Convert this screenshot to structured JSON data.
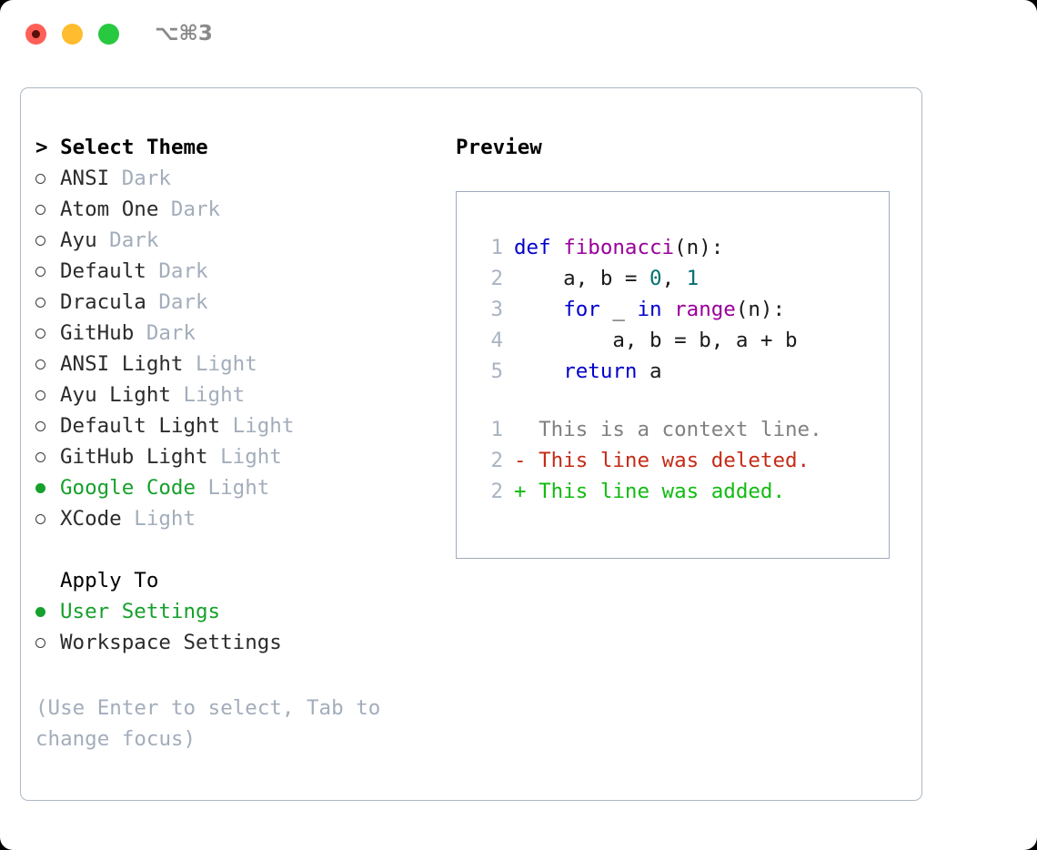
{
  "window": {
    "shortcut_label": "⌥⌘3",
    "traffic_lights": [
      {
        "name": "close",
        "color": "#ff5f57"
      },
      {
        "name": "minimize",
        "color": "#febc2e"
      },
      {
        "name": "maximize",
        "color": "#28c840"
      }
    ]
  },
  "theme_section": {
    "header": "> Select Theme",
    "focused": true,
    "items": [
      {
        "name": "ANSI",
        "variant": "Dark",
        "selected": false
      },
      {
        "name": "Atom One",
        "variant": "Dark",
        "selected": false
      },
      {
        "name": "Ayu",
        "variant": "Dark",
        "selected": false
      },
      {
        "name": "Default",
        "variant": "Dark",
        "selected": false
      },
      {
        "name": "Dracula",
        "variant": "Dark",
        "selected": false
      },
      {
        "name": "GitHub",
        "variant": "Dark",
        "selected": false
      },
      {
        "name": "ANSI Light",
        "variant": "Light",
        "selected": false
      },
      {
        "name": "Ayu Light",
        "variant": "Light",
        "selected": false
      },
      {
        "name": "Default Light",
        "variant": "Light",
        "selected": false
      },
      {
        "name": "GitHub Light",
        "variant": "Light",
        "selected": false
      },
      {
        "name": "Google Code",
        "variant": "Light",
        "selected": true
      },
      {
        "name": "XCode",
        "variant": "Light",
        "selected": false
      }
    ]
  },
  "apply_to_section": {
    "header": "Apply To",
    "focused": false,
    "items": [
      {
        "name": "User Settings",
        "selected": true
      },
      {
        "name": "Workspace Settings",
        "selected": false
      }
    ]
  },
  "hint": "(Use Enter to select, Tab to change focus)",
  "preview": {
    "title": "Preview",
    "code_lines": [
      {
        "num": "1",
        "tokens": [
          {
            "text": "def ",
            "style": "kw"
          },
          {
            "text": "fibonacci",
            "style": "fn"
          },
          {
            "text": "(n):",
            "style": "plain"
          }
        ]
      },
      {
        "num": "2",
        "tokens": [
          {
            "text": "    a, b = ",
            "style": "plain"
          },
          {
            "text": "0",
            "style": "num"
          },
          {
            "text": ", ",
            "style": "plain"
          },
          {
            "text": "1",
            "style": "num"
          }
        ]
      },
      {
        "num": "3",
        "tokens": [
          {
            "text": "    ",
            "style": "plain"
          },
          {
            "text": "for",
            "style": "kw"
          },
          {
            "text": " _ ",
            "style": "plain"
          },
          {
            "text": "in",
            "style": "kw"
          },
          {
            "text": " ",
            "style": "plain"
          },
          {
            "text": "range",
            "style": "fn"
          },
          {
            "text": "(n):",
            "style": "plain"
          }
        ]
      },
      {
        "num": "4",
        "tokens": [
          {
            "text": "        a, b = b, a + b",
            "style": "plain"
          }
        ]
      },
      {
        "num": "5",
        "tokens": [
          {
            "text": "    ",
            "style": "plain"
          },
          {
            "text": "return",
            "style": "kw"
          },
          {
            "text": " a",
            "style": "plain"
          }
        ]
      }
    ],
    "diff_lines": [
      {
        "num": "1",
        "marker": "  ",
        "text": "This is a context line.",
        "kind": "ctx"
      },
      {
        "num": "2",
        "marker": "- ",
        "text": "This line was deleted.",
        "kind": "del"
      },
      {
        "num": "2",
        "marker": "+ ",
        "text": "This line was added.",
        "kind": "add"
      }
    ]
  },
  "colors": {
    "accent_green": "#16a02c",
    "muted_tag": "#a3adbb",
    "panel_border": "#adb8c6",
    "keyword": "#0000cc",
    "function": "#990099",
    "number": "#007070",
    "diff_context": "#808080",
    "diff_deleted": "#c42b16",
    "diff_added": "#11bb11"
  }
}
